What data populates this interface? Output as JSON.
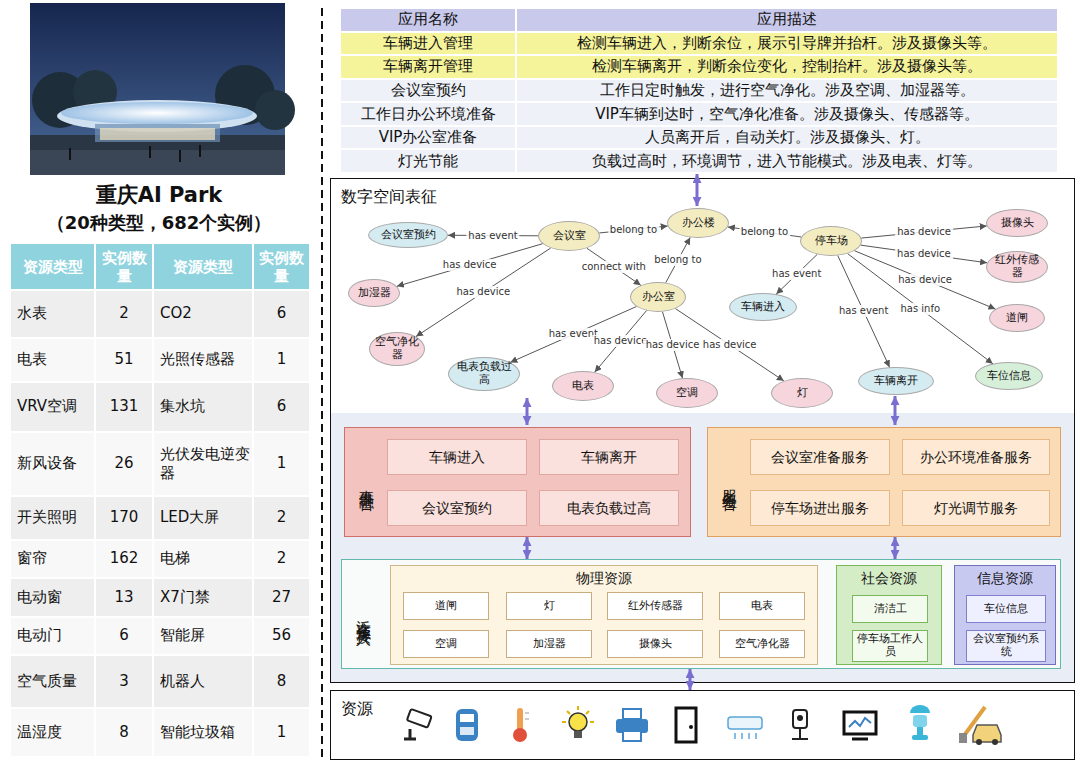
{
  "diagram": {
    "title": "重庆AI Park",
    "nodes": [
      {
        "text": [
          "数字空间表征"
        ]
      },
      {
        "text": [
          "会议室预约"
        ],
        "in": 0
      },
      {
        "text": [
          "会议室"
        ],
        "in": 0
      },
      {
        "text": [
          "办公楼"
        ],
        "in": 0
      },
      {
        "text": [
          "停车场"
        ],
        "in": 0
      },
      {
        "text": [
          "摄像头"
        ],
        "in": 0
      },
      {
        "text": [
          "红外传感器"
        ],
        "in": 0
      },
      {
        "text": [
          "加湿器"
        ],
        "in": 0
      },
      {
        "text": [
          "车辆进入"
        ],
        "in": 0
      },
      {
        "text": [
          "道闸"
        ],
        "in": 0
      },
      {
        "text": [
          "办公室"
        ],
        "in": 0
      },
      {
        "text": [
          "空气净化器"
        ],
        "in": 0
      },
      {
        "text": [
          "电表负载过高"
        ],
        "in": 0
      },
      {
        "text": [
          "电表"
        ],
        "in": 0
      },
      {
        "text": [
          "空调"
        ],
        "in": 0
      },
      {
        "text": [
          "灯"
        ],
        "in": 0
      },
      {
        "text": [
          "车辆离开"
        ],
        "in": 0
      },
      {
        "text": [
          "车位信息"
        ],
        "in": 0
      },
      {
        "text": [
          "事件融合"
        ],
        "in": 0
      },
      {
        "text": [
          "车辆进入"
        ],
        "in": 18
      },
      {
        "text": [
          "车辆离开"
        ],
        "in": 18
      },
      {
        "text": [
          "会议室预约"
        ],
        "in": 18
      },
      {
        "text": [
          "电表负载过高"
        ],
        "in": 18
      },
      {
        "text": [
          "服务组合"
        ],
        "in": 0
      },
      {
        "text": [
          "会议室准备服务"
        ],
        "in": 23
      },
      {
        "text": [
          "办公环境准备服务"
        ],
        "in": 23
      },
      {
        "text": [
          "停车场进出服务"
        ],
        "in": 23
      },
      {
        "text": [
          "灯光调节服务"
        ],
        "in": 23
      },
      {
        "text": [
          "泛在资源接入"
        ],
        "in": 0
      },
      {
        "text": [
          "物理资源"
        ],
        "in": 28
      },
      {
        "text": [
          "道闸"
        ],
        "in": 29
      },
      {
        "text": [
          "灯"
        ],
        "in": 29
      },
      {
        "text": [
          "红外传感器"
        ],
        "in": 29
      },
      {
        "text": [
          "电表"
        ],
        "in": 29
      },
      {
        "text": [
          "空调"
        ],
        "in": 29
      },
      {
        "text": [
          "加湿器"
        ],
        "in": 29
      },
      {
        "text": [
          "摄像头"
        ],
        "in": 29
      },
      {
        "text": [
          "空气净化器"
        ],
        "in": 29
      },
      {
        "text": [
          "社会资源"
        ],
        "in": 28
      },
      {
        "text": [
          "清洁工"
        ],
        "in": 38
      },
      {
        "text": [
          "停车场工作人员"
        ],
        "in": 38
      },
      {
        "text": [
          "信息资源"
        ],
        "in": 28
      },
      {
        "text": [
          "车位信息"
        ],
        "in": 41
      },
      {
        "text": [
          "会议室预约系统"
        ],
        "in": 41
      },
      {
        "text": [
          "资源"
        ]
      }
    ],
    "edges": [
      {
        "from": 2,
        "to": 1,
        "label": "has event",
        "arrow": "to"
      },
      {
        "from": 2,
        "to": 3,
        "label": "belong to",
        "arrow": "to"
      },
      {
        "from": 4,
        "to": 3,
        "label": "belong to",
        "arrow": "to"
      },
      {
        "from": 4,
        "to": 5,
        "label": "has device",
        "arrow": "to"
      },
      {
        "from": 2,
        "to": 7,
        "label": "has device",
        "arrow": "to"
      },
      {
        "from": 2,
        "to": 10,
        "label": "connect with",
        "arrow": "to"
      },
      {
        "from": 10,
        "to": 3,
        "label": "belong to",
        "arrow": "to"
      },
      {
        "from": 4,
        "to": 8,
        "label": "has event",
        "arrow": "to"
      },
      {
        "from": 4,
        "to": 6,
        "label": "has device",
        "arrow": "to"
      },
      {
        "from": 2,
        "to": 11,
        "label": "has device",
        "arrow": "to"
      },
      {
        "from": 10,
        "to": 12,
        "label": "has event",
        "arrow": "to"
      },
      {
        "from": 4,
        "to": 9,
        "label": "has device",
        "arrow": "to"
      },
      {
        "from": 10,
        "to": 13,
        "label": "has device",
        "arrow": "to"
      },
      {
        "from": 10,
        "to": 15,
        "label": "has device",
        "arrow": "to"
      },
      {
        "from": 10,
        "to": 14,
        "label": "has device",
        "arrow": "to"
      },
      {
        "from": 4,
        "to": 16,
        "label": "has event",
        "arrow": "to"
      },
      {
        "from": 4,
        "to": 17,
        "label": "has info",
        "arrow": "to"
      },
      {
        "from": 18,
        "to": 28,
        "arrow": "both"
      },
      {
        "from": 23,
        "to": 28,
        "arrow": "both"
      },
      {
        "from": 28,
        "to": 44,
        "arrow": "both"
      }
    ],
    "labels": [
      "（20种类型，682个实例）",
      "资源类型",
      "实例数量",
      "资源类型",
      "实例数量",
      "水表",
      "2",
      "CO2",
      "6",
      "电表",
      "51",
      "光照传感器",
      "1",
      "VRV空调",
      "131",
      "集水坑",
      "6",
      "新风设备",
      "26",
      "光伏发电逆变器",
      "1",
      "开关照明",
      "170",
      "LED大屏",
      "2",
      "窗帘",
      "162",
      "电梯",
      "2",
      "电动窗",
      "13",
      "X7门禁",
      "27",
      "电动门",
      "6",
      "智能屏",
      "56",
      "空气质量",
      "3",
      "机器人",
      "8",
      "温湿度",
      "8",
      "智能垃圾箱",
      "1",
      "应用名称",
      "应用描述",
      "车辆进入管理",
      "检测车辆进入，判断余位，展示引导牌并抬杆。涉及摄像头等。",
      "车辆离开管理",
      "检测车辆离开，判断余位变化，控制抬杆。涉及摄像头等。",
      "会议室预约",
      "工作日定时触发，进行空气净化。涉及空调、加湿器等。",
      "工作日办公环境准备",
      "VIP车辆到达时，空气净化准备。涉及摄像头、传感器等。",
      "VIP办公室准备",
      "人员离开后，自动关灯。涉及摄像头、灯。",
      "灯光节能",
      "负载过高时，环境调节，进入节能模式。涉及电表、灯等。"
    ]
  }
}
